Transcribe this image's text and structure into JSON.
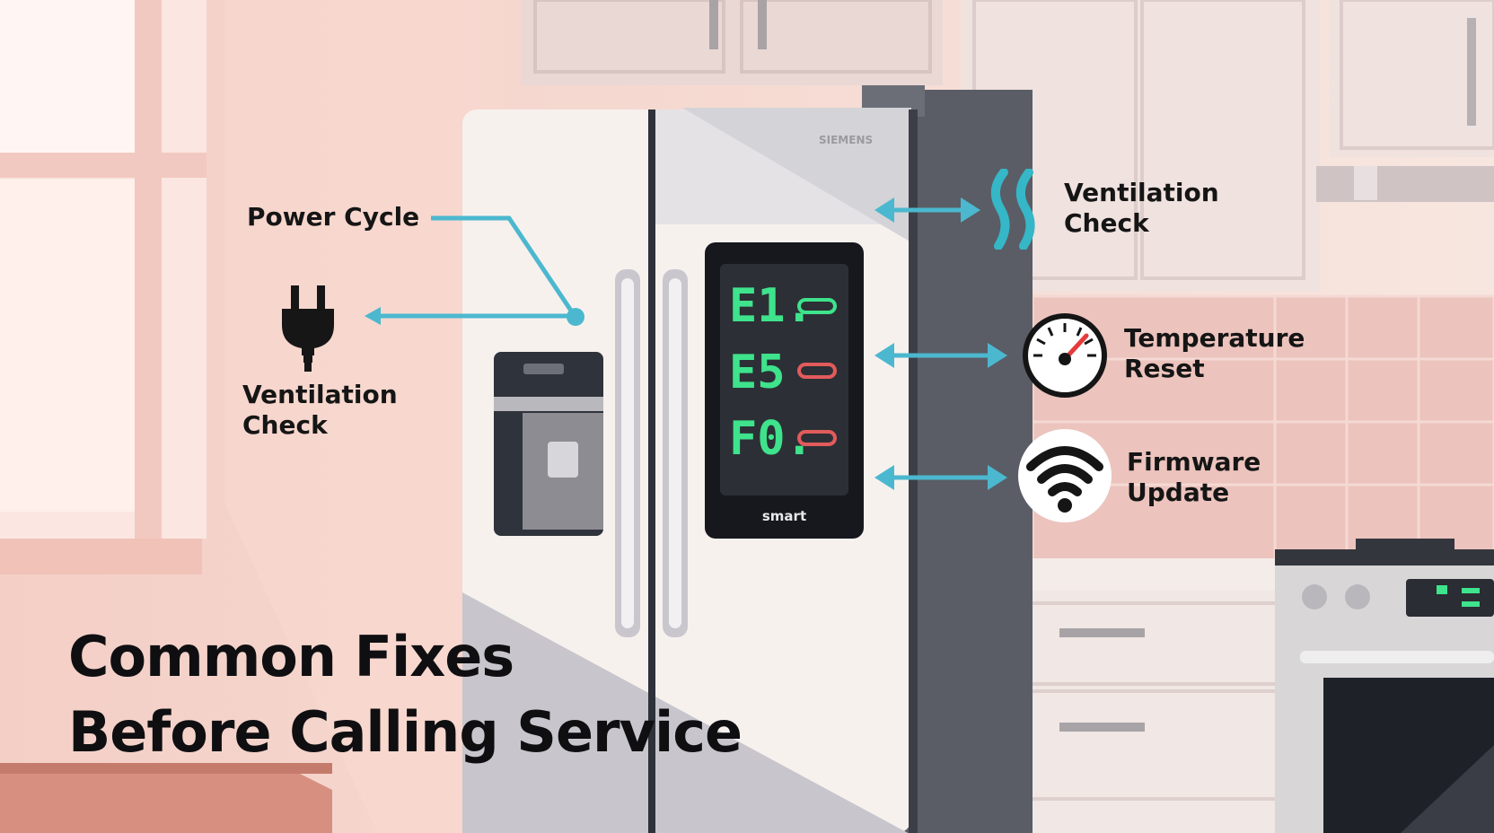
{
  "callouts": {
    "power_cycle": {
      "label": "Power Cycle",
      "icon": "plug-icon"
    },
    "left_ventilation": {
      "line1": "Ventilation",
      "line2": "Check"
    },
    "right_ventilation": {
      "line1": "Ventilation",
      "line2": "Check",
      "icon": "airflow-wave-icon"
    },
    "temperature": {
      "line1": "Temperature",
      "line2": "Reset",
      "icon": "gauge-icon"
    },
    "firmware": {
      "line1": "Firmware",
      "line2": "Update",
      "icon": "wifi-icon"
    }
  },
  "display": {
    "brand": "smart",
    "codes": [
      {
        "code": "E1.",
        "indicator_color": "#3ee38c"
      },
      {
        "code": "E5",
        "indicator_color": "#e25b5b"
      },
      {
        "code": "F0.",
        "indicator_color": "#e25b5b"
      }
    ]
  },
  "fridge_logo": "SIEMENS",
  "title": {
    "line1": "Common Fixes",
    "line2": "Before Calling Service"
  },
  "colors": {
    "accent": "#4bb8cf",
    "ok": "#3ee38c",
    "error": "#e25b5b",
    "text": "#151515"
  }
}
